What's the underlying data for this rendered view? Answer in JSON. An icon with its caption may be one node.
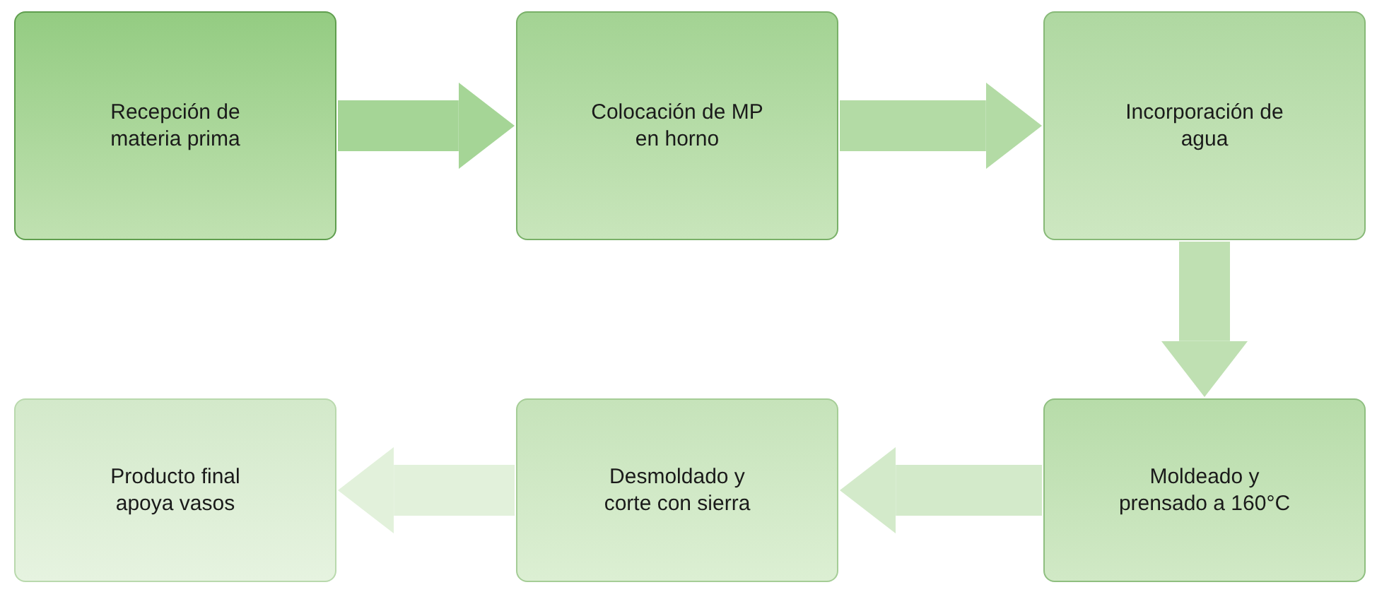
{
  "diagram": {
    "nodes": [
      {
        "text": [
          "Recepción de materia prima"
        ]
      },
      {
        "text": [
          "Colocación de MP en horno"
        ]
      },
      {
        "text": [
          "Incorporación de agua"
        ]
      },
      {
        "text": [
          "Moldeado y prensado a 160°C"
        ]
      },
      {
        "text": [
          "Desmoldado y corte con sierra"
        ]
      },
      {
        "text": [
          "Producto final apoya vasos"
        ]
      }
    ],
    "edges": [
      {
        "from": 0,
        "to": 1,
        "arrow": "to"
      },
      {
        "from": 1,
        "to": 2,
        "arrow": "to"
      },
      {
        "from": 2,
        "to": 3,
        "arrow": "to"
      },
      {
        "from": 3,
        "to": 4,
        "arrow": "to"
      },
      {
        "from": 4,
        "to": 5,
        "arrow": "to"
      }
    ]
  }
}
